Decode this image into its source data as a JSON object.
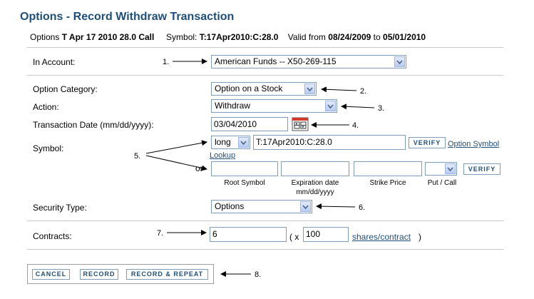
{
  "title": "Options - Record Withdraw Transaction",
  "info": {
    "prefix": "Options",
    "option_name": "T Apr 17 2010 28.0 Call",
    "symbol_label": "Symbol:",
    "symbol_value": "T:17Apr2010:C:28.0",
    "valid_from_label": "Valid from",
    "valid_from": "08/24/2009",
    "to_label": "to",
    "valid_to": "05/01/2010"
  },
  "form": {
    "account_label": "In Account:",
    "account_value": "American Funds -- X50-269-115",
    "category_label": "Option Category:",
    "category_value": "Option on a Stock",
    "action_label": "Action:",
    "action_value": "Withdraw",
    "date_label": "Transaction Date (mm/dd/yyyy):",
    "date_value": "03/04/2010",
    "symbol_label": "Symbol:",
    "position_value": "long",
    "symbol_value": "T:17Apr2010:C:28.0",
    "verify_label": "VERIFY",
    "lookup_link_1": "Option Symbol",
    "lookup_link_2": "Lookup",
    "or_label": "or",
    "root_symbol_caption": "Root Symbol",
    "expiration_caption_1": "Expiration date",
    "expiration_caption_2": "mm/dd/yyyy",
    "strike_caption": "Strike Price",
    "putcall_caption": "Put / Call",
    "verify2_label": "VERIFY",
    "security_type_label": "Security Type:",
    "security_type_value": "Options",
    "contracts_label": "Contracts:",
    "contracts_value": "6",
    "paren_open": "( x",
    "shares_value": "100",
    "shares_link": "shares/contract",
    "paren_close": ")"
  },
  "buttons": {
    "cancel": "CANCEL",
    "record": "RECORD",
    "record_repeat": "RECORD & REPEAT"
  },
  "annotations": {
    "n1": "1.",
    "n2": "2.",
    "n3": "3.",
    "n4": "4.",
    "n5": "5.",
    "n6": "6.",
    "n7": "7.",
    "n8": "8."
  },
  "icons": {
    "calendar": "calendar-icon",
    "dropdown": "chevron-down-icon"
  },
  "colors": {
    "title": "#1f4e79",
    "link": "#1f4e79",
    "field_border": "#7f9db9"
  }
}
